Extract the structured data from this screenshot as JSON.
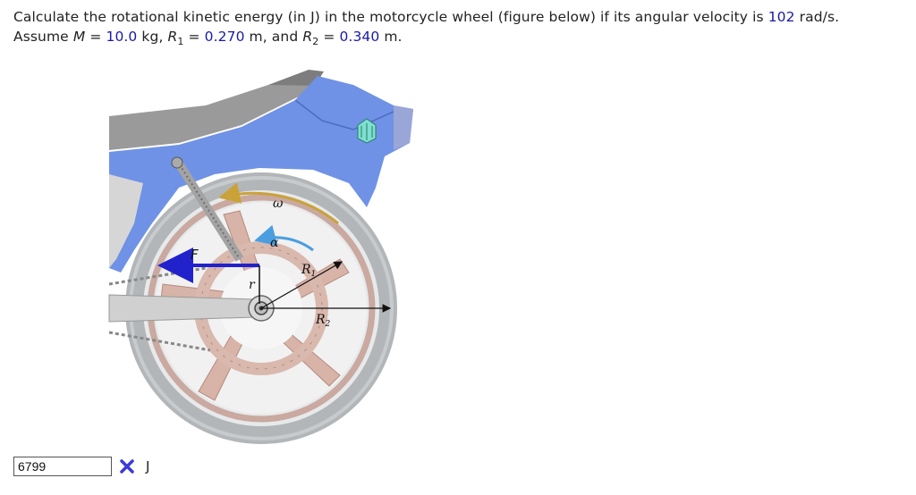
{
  "question": {
    "p1": "Calculate the rotational kinetic energy (in J) in the motorcycle wheel (figure below) if its angular velocity is ",
    "omega_value": "102",
    "p2": " rad/s.",
    "p3": "Assume ",
    "m_sym": "M",
    "eq1": " = ",
    "m_value": "10.0",
    "p4": " kg, ",
    "r1_sym": "R",
    "r1_sub": "1",
    "eq2": " = ",
    "r1_value": "0.270",
    "p5": " m, and ",
    "r2_sym": "R",
    "r2_sub": "2",
    "eq3": " = ",
    "r2_value": "0.340",
    "p6": " m."
  },
  "figure": {
    "label_omega": "ω",
    "label_alpha": "α",
    "label_F": "F",
    "label_r": "r",
    "label_R1": "R",
    "label_R1_sub": "1",
    "label_R2": "R",
    "label_R2_sub": "2"
  },
  "answer": {
    "value": "6799",
    "unit": "J",
    "status_icon": "wrong-x-icon",
    "icon_color": "#3b3bd6"
  }
}
